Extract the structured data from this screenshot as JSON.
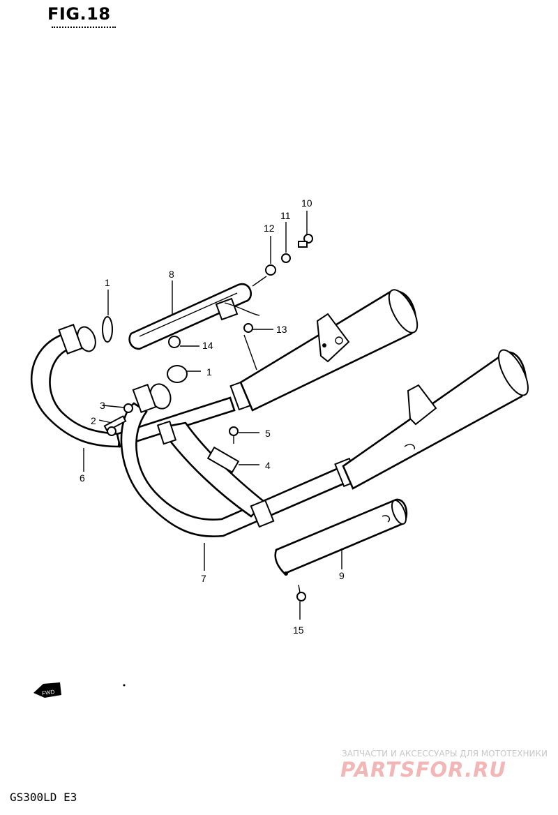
{
  "figure": {
    "title": "FIG.18",
    "model": "GS300LD E3"
  },
  "callouts": [
    {
      "id": "c1a",
      "label": "1"
    },
    {
      "id": "c1b",
      "label": "1"
    },
    {
      "id": "c2",
      "label": "2"
    },
    {
      "id": "c3",
      "label": "3"
    },
    {
      "id": "c4",
      "label": "4"
    },
    {
      "id": "c5",
      "label": "5"
    },
    {
      "id": "c6",
      "label": "6"
    },
    {
      "id": "c7",
      "label": "7"
    },
    {
      "id": "c8",
      "label": "8"
    },
    {
      "id": "c9",
      "label": "9"
    },
    {
      "id": "c10",
      "label": "10"
    },
    {
      "id": "c11",
      "label": "11"
    },
    {
      "id": "c12",
      "label": "12"
    },
    {
      "id": "c13",
      "label": "13"
    },
    {
      "id": "c14",
      "label": "14"
    },
    {
      "id": "c15",
      "label": "15"
    }
  ],
  "fwd_arrow": {
    "text": "FWD",
    "icon": "forward-arrow-icon"
  },
  "watermark": {
    "tagline": "ЗАПЧАСТИ И АКСЕССУАРЫ ДЛЯ МОТОТЕХНИКИ",
    "brand": "PARTSFOR.RU",
    "color": "#f3b6b6"
  }
}
